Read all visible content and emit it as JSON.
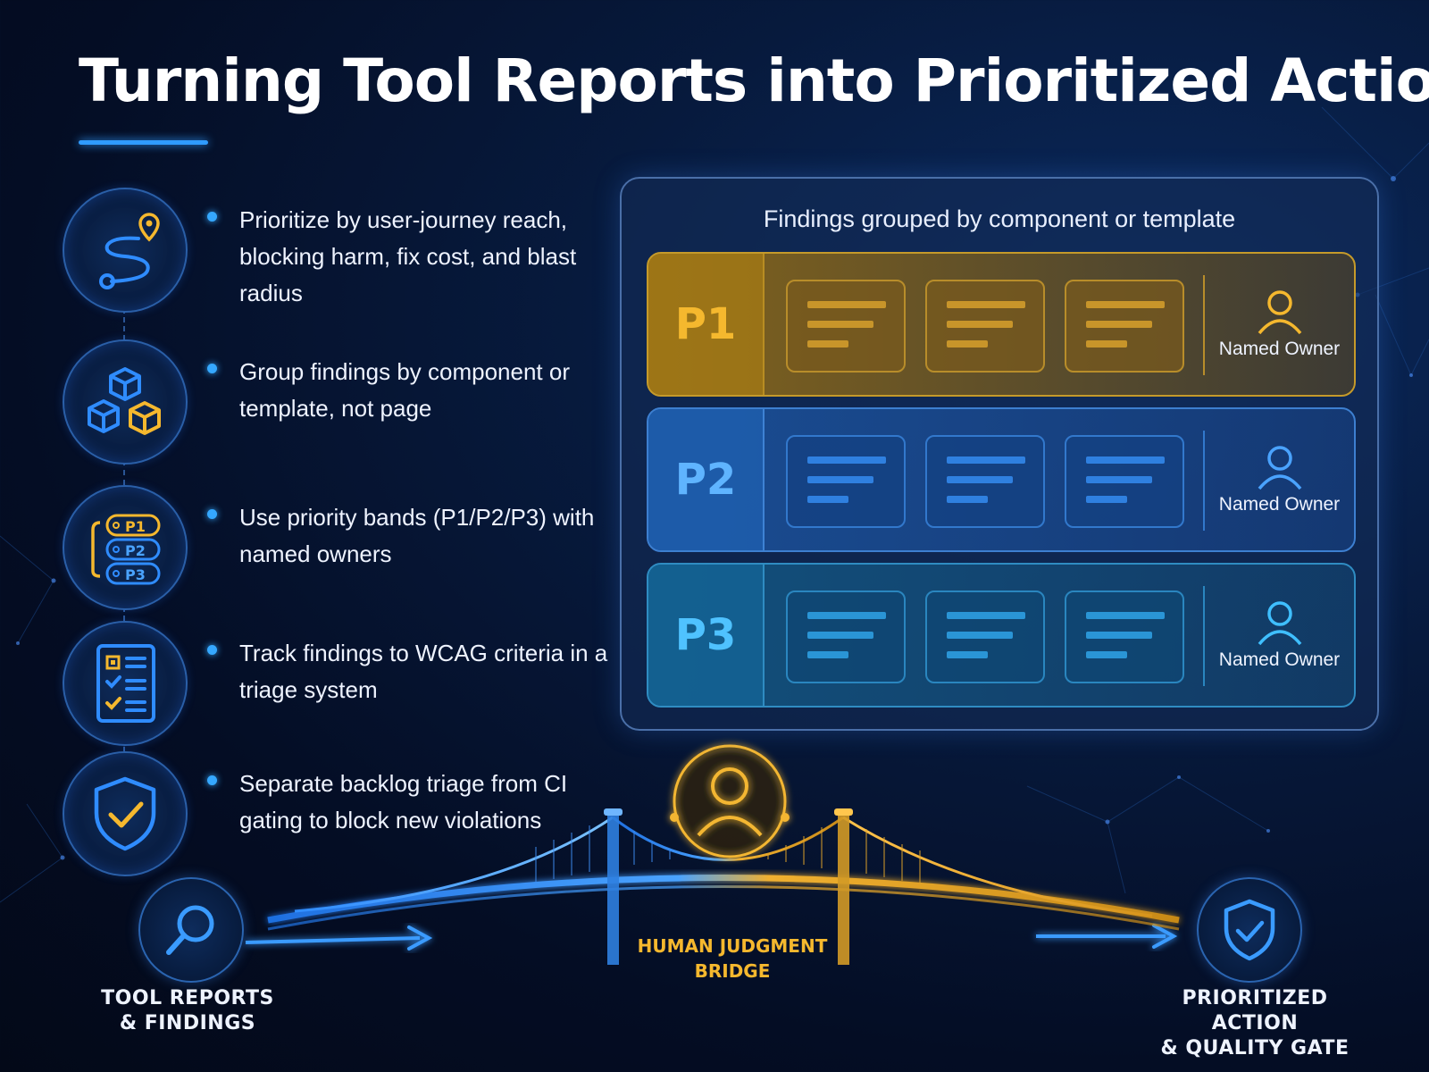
{
  "title": "Turning Tool Reports into Prioritized Action",
  "steps": [
    {
      "icon": "route-path-icon",
      "text": "Prioritize by user-journey reach, blocking harm, fix cost, and blast radius"
    },
    {
      "icon": "component-cubes-icon",
      "text": "Group findings by component or template, not page"
    },
    {
      "icon": "priority-bands-icon",
      "text": "Use priority bands (P1/P2/P3) with named owners",
      "badges": [
        "P1",
        "P2",
        "P3"
      ]
    },
    {
      "icon": "checklist-icon",
      "text": "Track findings to WCAG criteria in a triage system"
    },
    {
      "icon": "shield-check-icon",
      "text": "Separate backlog triage from CI gating to block new violations"
    }
  ],
  "panel": {
    "title": "Findings grouped by component or template",
    "bands": [
      {
        "label": "P1",
        "owner": "Named Owner",
        "color": "#f5b82e"
      },
      {
        "label": "P2",
        "owner": "Named Owner",
        "color": "#5fb4ff"
      },
      {
        "label": "P3",
        "owner": "Named Owner",
        "color": "#4fc2ff"
      }
    ]
  },
  "flow": {
    "start": {
      "icon": "magnifier-icon",
      "label_line1": "TOOL REPORTS",
      "label_line2": "& FINDINGS"
    },
    "bridge": {
      "icon": "person-icon",
      "label_line1": "HUMAN JUDGMENT",
      "label_line2": "BRIDGE"
    },
    "end": {
      "icon": "shield-check-icon",
      "label_line1": "PRIORITIZED ACTION",
      "label_line2": "& QUALITY GATE"
    }
  },
  "colors": {
    "accent_blue": "#2f9bff",
    "accent_gold": "#f5b82e",
    "background": "#040d24"
  }
}
